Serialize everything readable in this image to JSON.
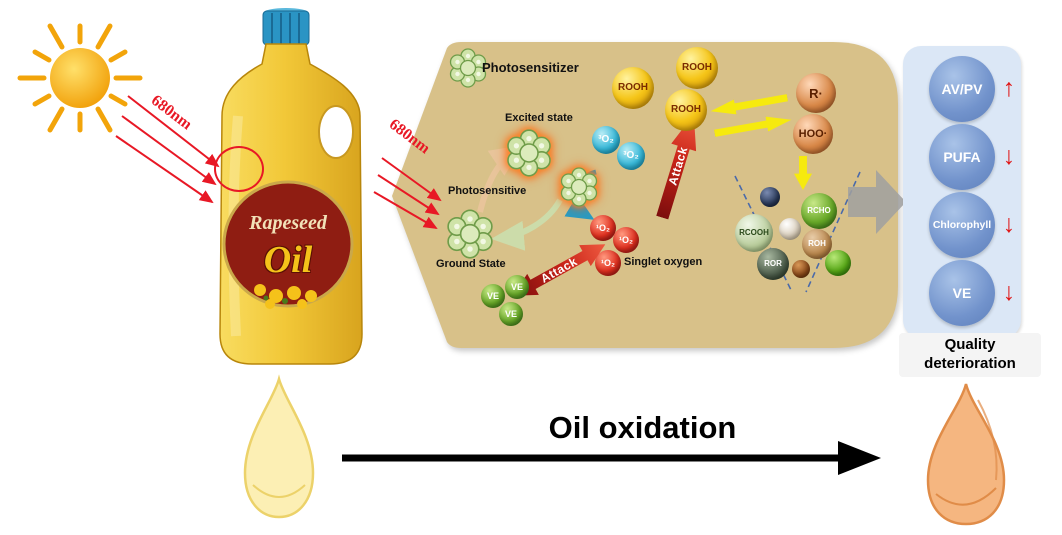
{
  "figure": {
    "wavelength_label": "680nm",
    "bottle": {
      "brand": "Rapeseed",
      "product": "Oil"
    },
    "mechanism": {
      "photosensitizer": "Photosensitizer",
      "excited_state": "Excited state",
      "photosensitive": "Photosensitive",
      "ground_state": "Ground State",
      "triplet_oxygen": "³O₂",
      "singlet_oxygen": "¹O₂",
      "singlet_oxygen_caption": "Singlet  oxygen",
      "attack": "Attack",
      "tocopherol": "VE",
      "hydroperoxide": "ROOH",
      "alkyl_radical": "R·",
      "peroxy_radical": "HOO·",
      "products": {
        "rcooh": "RCOOH",
        "rcho": "RCHO",
        "roh": "ROH",
        "ror": "ROR"
      }
    },
    "quality": {
      "items": [
        {
          "label": "AV/PV",
          "trend": "↑"
        },
        {
          "label": "PUFA",
          "trend": "↓"
        },
        {
          "label": "Chlorophyll",
          "trend": "↓"
        },
        {
          "label": "VE",
          "trend": "↓"
        }
      ],
      "caption": "Quality deterioration"
    },
    "process_label": "Oil oxidation",
    "colors": {
      "panel_tan": "#d8c189",
      "quality_panel_blue": "#dbe7f6",
      "quality_circle_blue": "#7293cc",
      "trend_red": "#e01818",
      "light_red": "#e81825",
      "rooh_gold": "#f5c518",
      "triplet_cyan": "#2ab0d0",
      "singlet_red": "#d42414",
      "ve_green": "#55a028",
      "fresh_oil": "#fcefb4",
      "oxidized_oil": "#f5b680"
    }
  }
}
